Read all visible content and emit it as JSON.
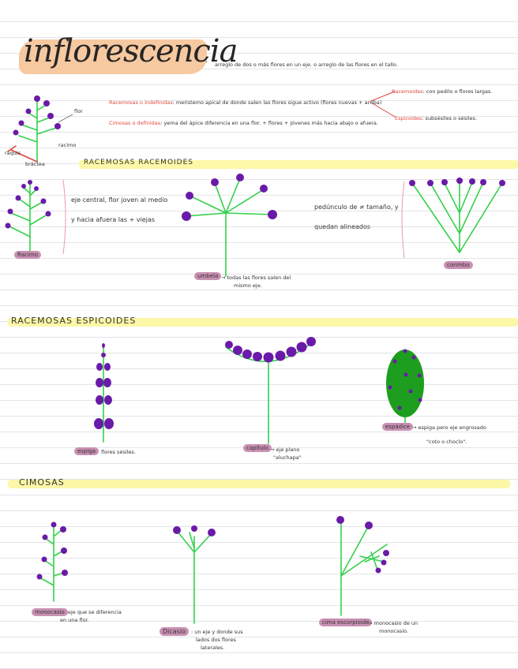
{
  "header": {
    "title": "inflorescencia",
    "definition": "arreglo de dos o más flores en un eje. o arreglo de las flores en el tallo."
  },
  "intro": {
    "racemosas_term": "Racemosas o indefinidas",
    "racemosas_text": ": meristemo apical de donde salen las flores sigue activo (flores nuevas + arriba)",
    "cimosas_term": "Cimosas o definidas",
    "cimosas_text": ": yema del ápice diferencia en una flor. + flores + jóvenes más hacia abajo o afuera.",
    "racemoides_term": "Racemoides",
    "racemoides_text": ": con pedilo o flores largas.",
    "espicoides_term": "Espicoides",
    "espicoides_text": ": subsésiles o sésiles.",
    "label_flor": "flor",
    "label_racimo": "racimo",
    "label_raquis": "raquis",
    "label_bractea": "bráctea"
  },
  "sections": {
    "racemoides": "RACEMOSAS RACEMOIDES",
    "espicoides": "RACEMOSAS ESPICOIDES",
    "cimosas": "CIMOSAS"
  },
  "racemoides": {
    "racimo_note_1": "eje central, flor joven al medio",
    "racimo_note_2": "y hacia afuera las + viejas",
    "racimo_tag": "Racimo",
    "umbela_tag": "umbela",
    "umbela_caption_1": "→ todas las flores salen del",
    "umbela_caption_2": "mismo eje.",
    "corimbo_note_1": "pedúnculo de ≠ tamaño, y",
    "corimbo_note_2": "quedan alineados",
    "corimbo_tag": "corimbo"
  },
  "espicoides": {
    "espiga_tag": "espiga",
    "espiga_caption": "flores sésiles.",
    "capitulo_tag": "capítulo",
    "capitulo_caption_1": "→ eje plano",
    "capitulo_caption_2": "\"aluchapa\"",
    "espadice_tag": "espádice",
    "espadice_caption_1": "→ espiga pero eje engrosado",
    "espadice_caption_2": "\"coto o choclo\"."
  },
  "cimosas": {
    "monocasio_tag": "monocasio",
    "monocasio_caption_1": "eje que se diferencia",
    "monocasio_caption_2": "en una flor.",
    "dicasio_tag": "Dicasio",
    "dicasio_caption_1": ": un eje y donde sus",
    "dicasio_caption_2": "lados dos flores",
    "dicasio_caption_3": "laterales.",
    "cima_tag": "cima escorpioide",
    "cima_caption_1": "→ monocasio de un",
    "cima_caption_2": "monocasio."
  },
  "colors": {
    "stem": "#33d14a",
    "flower": "#6a1aa8",
    "spadix": "#1e9e1e",
    "accent_pink": "#e0473d",
    "tag_bg": "#c990b2",
    "section_hl": "#fdf7a8",
    "title_hl": "#f7c9a1"
  }
}
